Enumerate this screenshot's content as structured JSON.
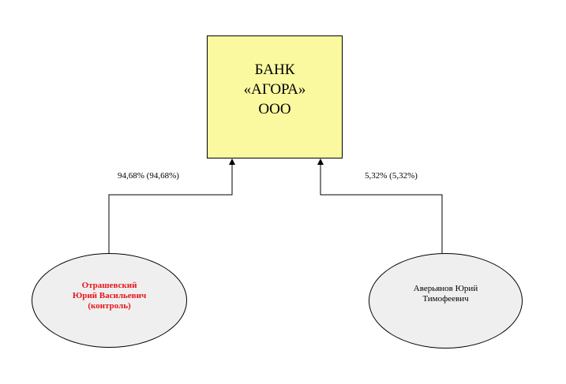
{
  "bank": {
    "line1": "БАНК",
    "line2": "«АГОРА»",
    "line3": "ООО",
    "fill_color": "#fbf9a0"
  },
  "shareholders": [
    {
      "share": "94,68% (94,68%)",
      "name_line1": "Отрашевский",
      "name_line2": "Юрий Васильевич",
      "note": "(контроль)",
      "text_color": "#e8141b"
    },
    {
      "share": "5,32% (5,32%)",
      "name_line1": "Аверьянов Юрий",
      "name_line2": "Тимофеевич",
      "text_color": "#000000"
    }
  ],
  "ellipse_fill": "#efefef"
}
